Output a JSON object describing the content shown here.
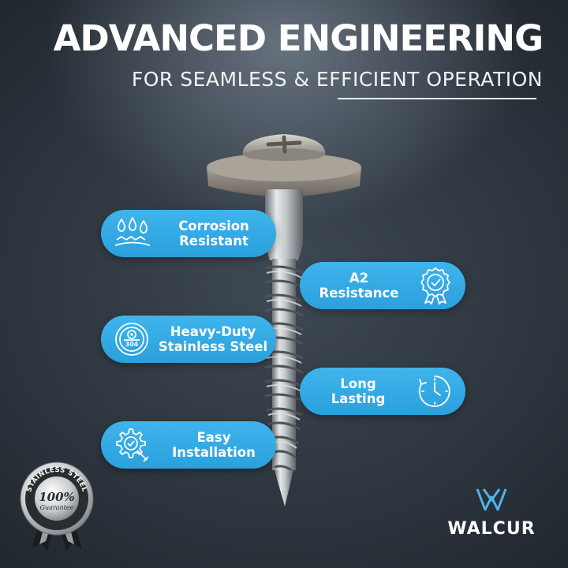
{
  "header": {
    "title": "ADVANCED ENGINEERING",
    "subtitle": "FOR SEAMLESS & EFFICIENT OPERATION"
  },
  "features": [
    {
      "line1": "Corrosion",
      "line2": "Resistant",
      "icon": "water-drops-icon"
    },
    {
      "line1": "A2",
      "line2": "Resistance",
      "icon": "award-badge-icon"
    },
    {
      "line1": "Heavy-Duty",
      "line2": "Stainless Steel",
      "icon": "steel-304-icon"
    },
    {
      "line1": "Long",
      "line2": "Lasting",
      "icon": "clock-icon"
    },
    {
      "line1": "Easy",
      "line2": "Installation",
      "icon": "gear-wrench-icon"
    }
  ],
  "seal": {
    "ring_text": "STAINLESS STEEL",
    "percent": "100%",
    "script": "Guarantee"
  },
  "brand": {
    "name": "WALCUR"
  },
  "colors": {
    "pill": "#2ea6e0",
    "accent": "#4fb3e8",
    "background": "#323b45"
  }
}
